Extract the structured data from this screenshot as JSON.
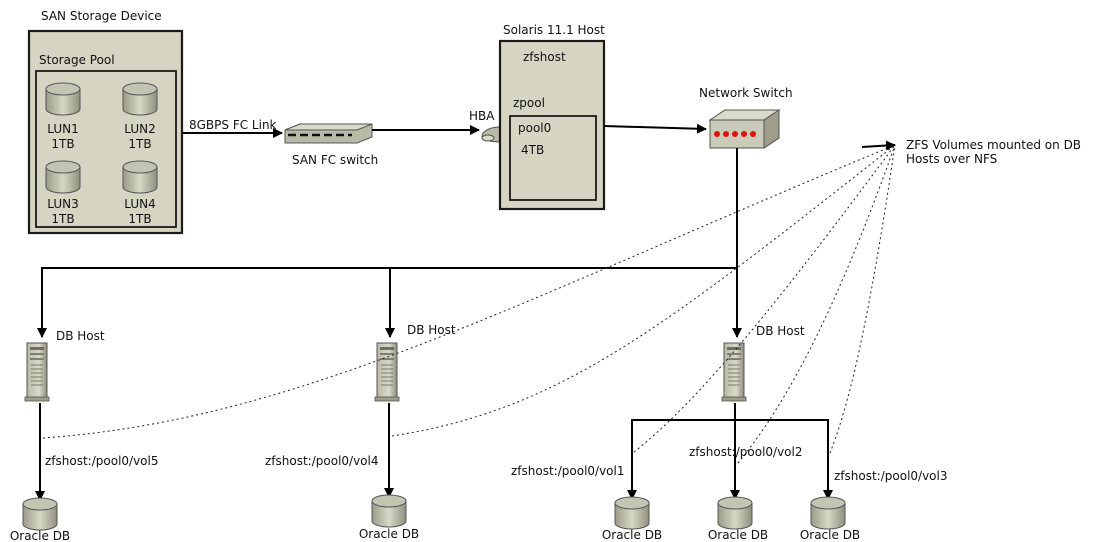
{
  "san_device": {
    "title": "SAN Storage Device",
    "pool_title": "Storage Pool",
    "luns": [
      {
        "name": "LUN1",
        "size": "1TB"
      },
      {
        "name": "LUN2",
        "size": "1TB"
      },
      {
        "name": "LUN3",
        "size": "1TB"
      },
      {
        "name": "LUN4",
        "size": "1TB"
      }
    ]
  },
  "fc_link_label": "8GBPS FC Link",
  "fc_switch_label": "SAN FC switch",
  "hba_label": "HBA",
  "solaris_host": {
    "title": "Solaris 11.1 Host",
    "name": "zfshost",
    "zpool_label": "zpool",
    "pool_name": "pool0",
    "pool_size": "4TB"
  },
  "network_switch_label": "Network Switch",
  "nfs_note": {
    "line1": "ZFS Volumes mounted on DB",
    "line2": "Hosts over NFS"
  },
  "db_hosts": [
    {
      "label": "DB Host"
    },
    {
      "label": "DB Host"
    },
    {
      "label": "DB Host"
    }
  ],
  "volumes": [
    {
      "path": "zfshost:/pool0/vol5",
      "db": "Oracle DB"
    },
    {
      "path": "zfshost:/pool0/vol4",
      "db": "Oracle DB"
    },
    {
      "path": "zfshost:/pool0/vol1",
      "db": "Oracle DB"
    },
    {
      "path": "zfshost:/pool0/vol2",
      "db": "Oracle DB"
    },
    {
      "path": "zfshost:/pool0/vol3",
      "db": "Oracle DB"
    }
  ],
  "colors": {
    "box_fill": "#d6d5c3",
    "device_fill": "#c7c8b5",
    "led_red": "#e01010"
  }
}
